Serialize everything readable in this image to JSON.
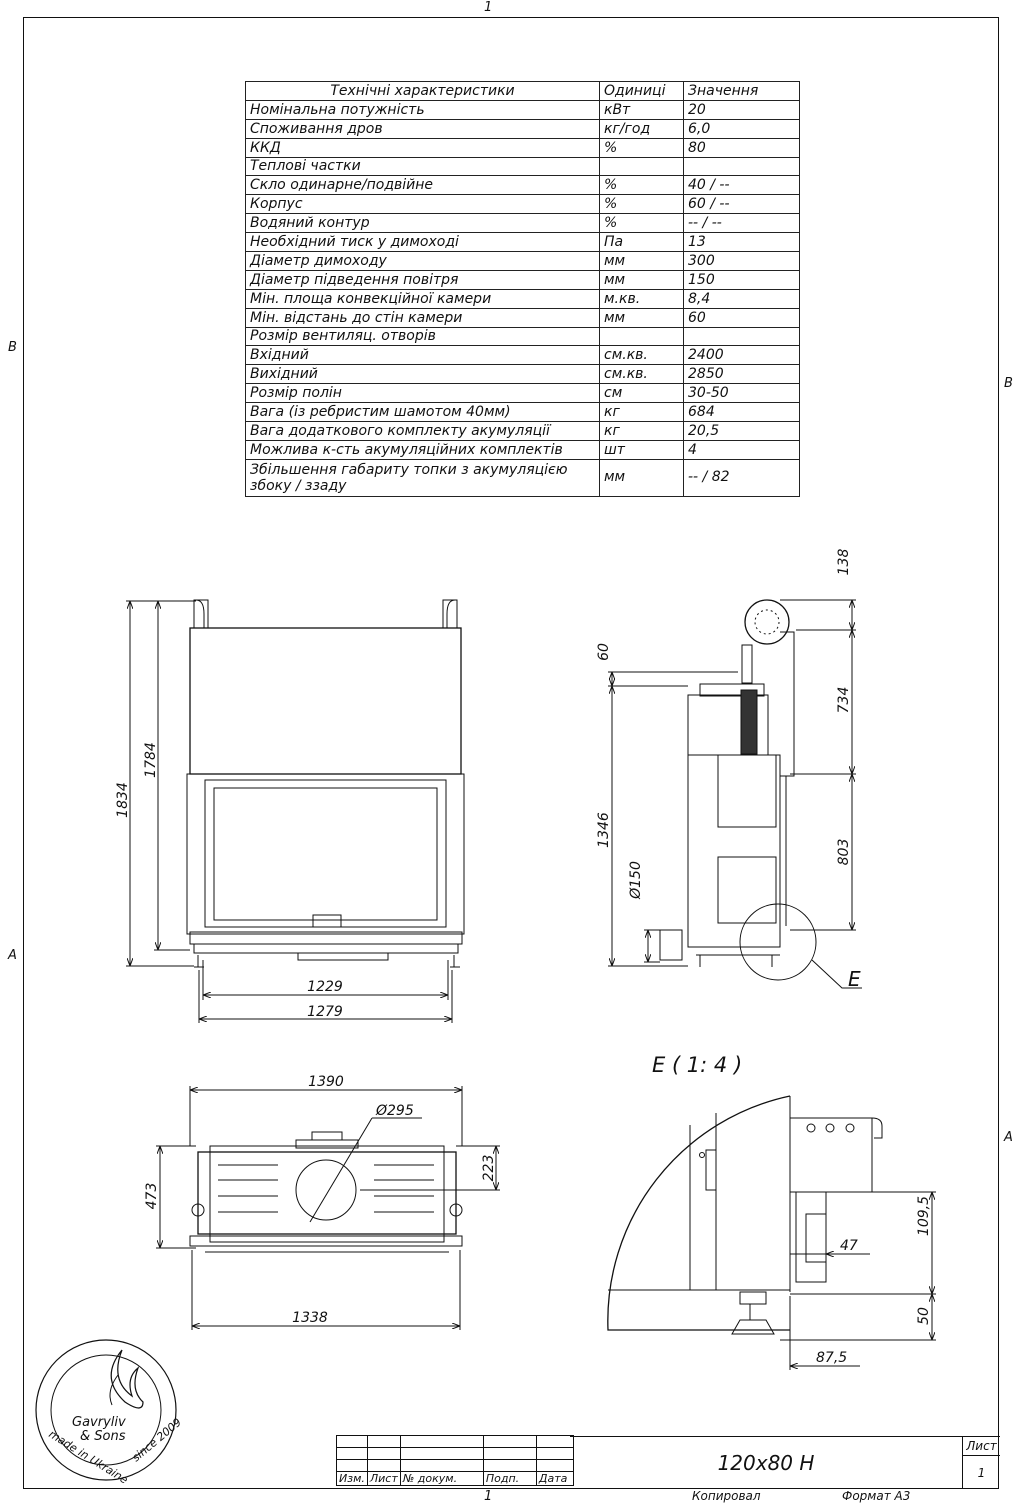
{
  "sheet_marks": {
    "top_number": "1",
    "bottom_number": "1",
    "zone_b": "B",
    "zone_a": "A"
  },
  "spec_table": {
    "headers": [
      "Технічні характеристики",
      "Одиниці",
      "Значення"
    ],
    "rows": [
      [
        "Номінальна потужність",
        "кВт",
        "20"
      ],
      [
        "Споживання дров",
        "кг/год",
        "6,0"
      ],
      [
        "ККД",
        "%",
        "80"
      ],
      [
        "Теплові частки",
        "",
        ""
      ],
      [
        "Скло одинарне/подвійне",
        "%",
        "40 / --"
      ],
      [
        "Корпус",
        "%",
        "60 / --"
      ],
      [
        "Водяний контур",
        "%",
        "-- / --"
      ],
      [
        "Необхідний тиск у димоході",
        "Па",
        "13"
      ],
      [
        "Діаметр димоходу",
        "мм",
        "300"
      ],
      [
        "Діаметр підведення повітря",
        "мм",
        "150"
      ],
      [
        "Мін. площа конвекційної камери",
        "м.кв.",
        "8,4"
      ],
      [
        "Мін. відстань до стін камери",
        "мм",
        "60"
      ],
      [
        "Розмір вентиляц. отворів",
        "",
        ""
      ],
      [
        "Вхідний",
        "см.кв.",
        "2400"
      ],
      [
        "Вихідний",
        "см.кв.",
        "2850"
      ],
      [
        "Розмір полін",
        "см",
        "30-50"
      ],
      [
        "Вага (із ребристим шамотом 40мм)",
        "кг",
        "684"
      ],
      [
        "Вага додаткового комплекту акумуляції",
        "кг",
        "20,5"
      ],
      [
        "Можлива к-сть акумуляційних комплектів",
        "шт",
        "4"
      ]
    ],
    "last_row": {
      "label": "Збільшення габариту топки з акумуляцією збоку / ззаду",
      "unit": "мм",
      "value": "-- / 82"
    }
  },
  "front_view": {
    "dims": {
      "height_total": "1834",
      "height_body": "1784",
      "width_glass": "1229",
      "width_total": "1279"
    }
  },
  "side_view": {
    "dims": {
      "top": "138",
      "upper": "734",
      "lower": "803",
      "offset": "60",
      "height": "1346",
      "air_pipe": "Ø150"
    },
    "detail_callout": "E"
  },
  "top_view": {
    "dims": {
      "width_total": "1390",
      "flue": "Ø295",
      "depth_front": "223",
      "depth_total": "473",
      "width_base": "1338"
    }
  },
  "detail_view": {
    "title": "E ( 1: 4 )",
    "dims": {
      "leg_width": "47",
      "bracket_height": "109,5",
      "foot_height": "50",
      "offset": "87,5"
    }
  },
  "logo": {
    "brand_line1": "Gavryliv",
    "brand_line2": "& Sons",
    "made_in": "made in Ukraine",
    "since": "since 2009"
  },
  "title_block": {
    "col_labels": [
      "Изм.",
      "Лист",
      "№ докум.",
      "Подп.",
      "Дата"
    ],
    "drawing_title": "120x80 H",
    "sheet_label": "Лист",
    "sheet_number": "1",
    "copied_label": "Копировал",
    "format_label": "Формат А3"
  }
}
